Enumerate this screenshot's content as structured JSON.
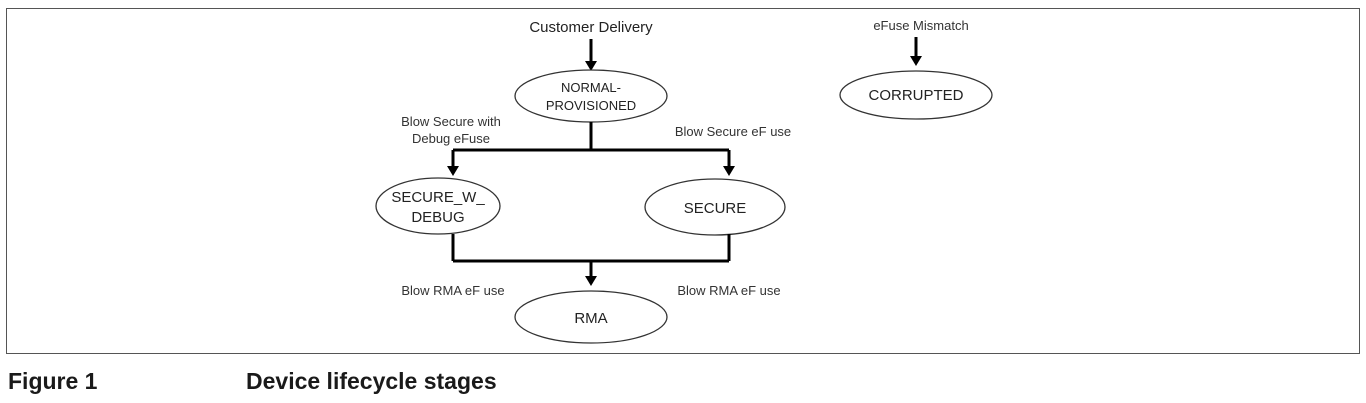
{
  "diagram": {
    "inputs": {
      "customer_delivery": "Customer Delivery",
      "efuse_mismatch": "eFuse Mismatch"
    },
    "nodes": {
      "normal_provisioned": [
        "NORMAL-",
        "PROVISIONED"
      ],
      "corrupted": "CORRUPTED",
      "secure_w_debug": [
        "SECURE_W_",
        "DEBUG"
      ],
      "secure": "SECURE",
      "rma": "RMA"
    },
    "edges": {
      "blow_secure_with_debug": [
        "Blow Secure with",
        "Debug eFuse"
      ],
      "blow_secure": "Blow Secure eF use",
      "blow_rma_left": "Blow RMA eF use",
      "blow_rma_right": "Blow RMA eF use"
    }
  },
  "caption": {
    "number": "Figure 1",
    "title": "Device lifecycle stages"
  }
}
